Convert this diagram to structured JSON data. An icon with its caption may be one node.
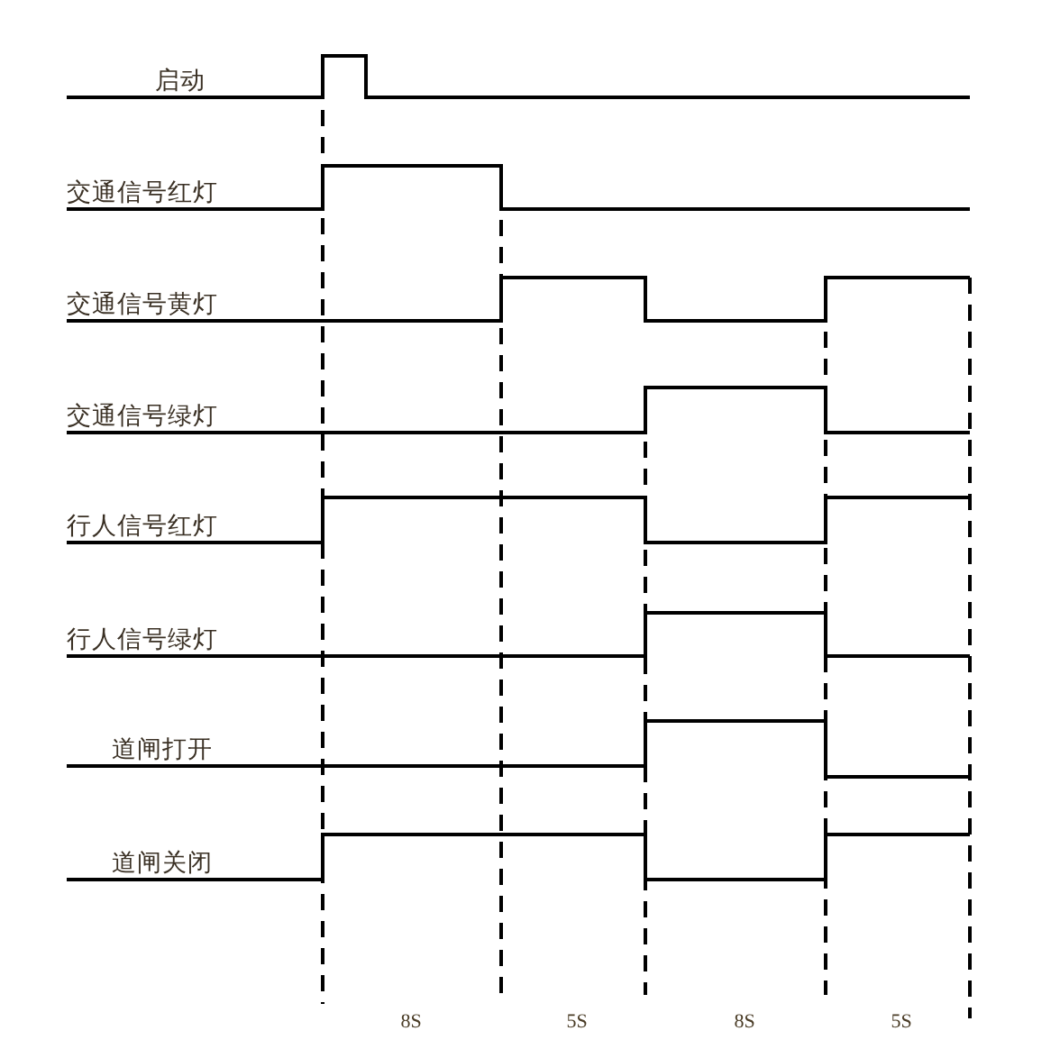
{
  "diagram": {
    "labels": [
      "启动",
      "交通信号红灯",
      "交通信号黄灯",
      "交通信号绿灯",
      "行人信号红灯",
      "行人信号绿灯",
      "道闸打开",
      "道闸关闭",
      "8S",
      "5S",
      "8S",
      "5S"
    ]
  }
}
